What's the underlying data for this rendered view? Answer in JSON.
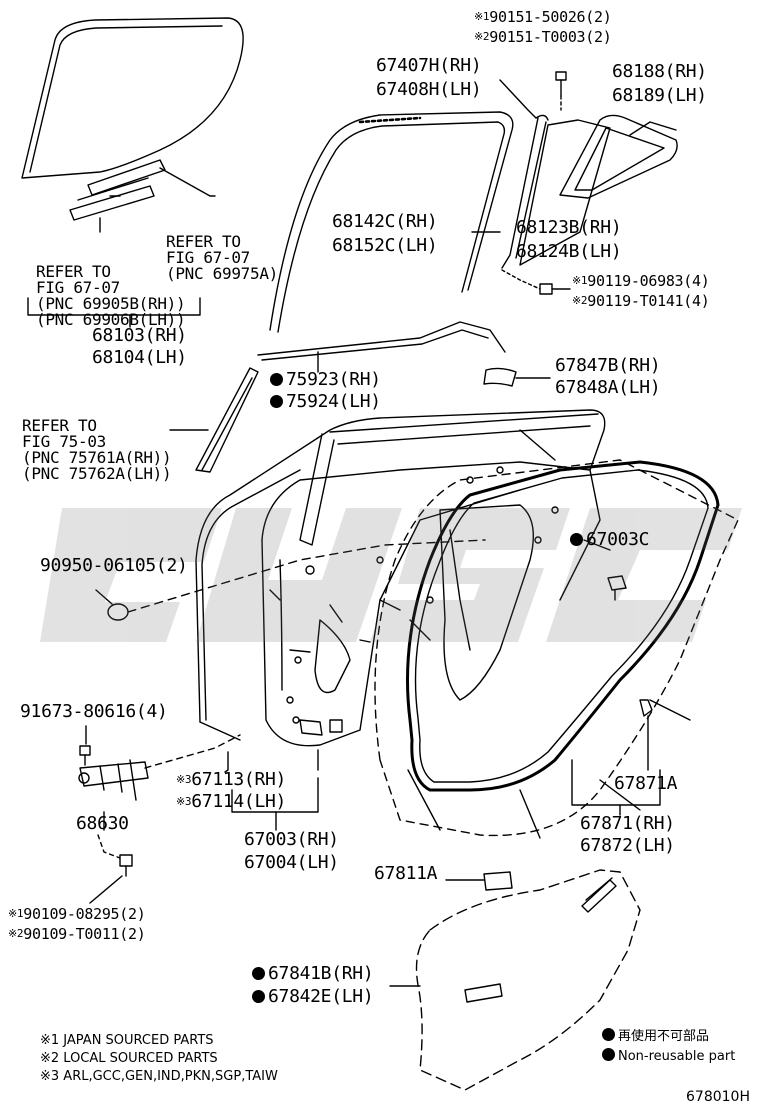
{
  "labels": {
    "p90151_1": "90151-50026(2)",
    "p90151_2": "90151-T0003(2)",
    "p67407": "67407H(RH)",
    "p67408": "67408H(LH)",
    "p68188": "68188(RH)",
    "p68189": "68189(LH)",
    "p68142": "68142C(RH)",
    "p68152": "68152C(LH)",
    "p68123": "68123B(RH)",
    "p68124": "68124B(LH)",
    "p90119_1": "90119-06983(4)",
    "p90119_2": "90119-T0141(4)",
    "p68103": "68103(RH)",
    "p68104": "68104(LH)",
    "p75923": "75923(RH)",
    "p75924": "75924(LH)",
    "p67847": "67847B(RH)",
    "p67848": "67848A(LH)",
    "p67003c": "67003C",
    "p90950": "90950-06105(2)",
    "p91673": "91673-80616(4)",
    "p68630": "68630",
    "p67113": "67113(RH)",
    "p67114": "67114(LH)",
    "p67871a": "67871A",
    "p67003": "67003(RH)",
    "p67004": "67004(LH)",
    "p67871": "67871(RH)",
    "p67872": "67872(LH)",
    "p67811a": "67811A",
    "p90109_1": "90109-08295(2)",
    "p90109_2": "90109-T0011(2)",
    "p67841": "67841B(RH)",
    "p67842": "67842E(LH)",
    "mark1": "※1",
    "mark2": "※2",
    "mark3": "※3"
  },
  "refs": {
    "ref1": [
      "REFER TO",
      "FIG 67-07",
      "(PNC 69975A)"
    ],
    "ref2": [
      "REFER TO",
      "FIG 67-07",
      "(PNC 69905B(RH))",
      "(PNC 69906B(LH))"
    ],
    "ref3": [
      "REFER TO",
      "FIG 75-03",
      "(PNC 75761A(RH))",
      "(PNC 75762A(LH))"
    ]
  },
  "notes": {
    "n1": "※1 JAPAN SOURCED PARTS",
    "n2": "※2 LOCAL SOURCED PARTS",
    "n3": "※3 ARL,GCC,GEN,IND,PKN,SGP,TAIW"
  },
  "legend": {
    "jp": "再使用不可部品",
    "en": "Non-reusable part"
  },
  "diagram_id": "678010H",
  "watermark": "cars"
}
